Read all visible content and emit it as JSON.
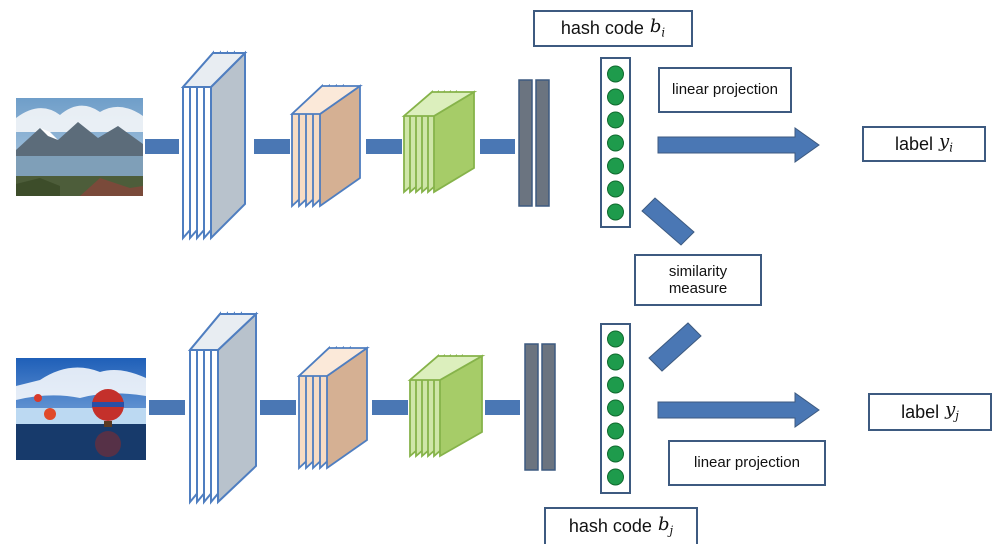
{
  "labels": {
    "hash_code_top": {
      "text": "hash code",
      "symbol": "b",
      "subscript": "i"
    },
    "hash_code_bottom": {
      "text": "hash code",
      "symbol": "b",
      "subscript": "j"
    },
    "linear_projection_top": "linear projection",
    "linear_projection_bottom": "linear projection",
    "similarity_measure": "similarity measure",
    "label_top": {
      "text": "label",
      "symbol": "y",
      "subscript": "i"
    },
    "label_bottom": {
      "text": "label",
      "symbol": "y",
      "subscript": "j"
    }
  },
  "images": {
    "top": "mountain-lake-photo",
    "bottom": "hot-air-balloons-photo"
  },
  "colors": {
    "connector": "#4a77b4",
    "conv1_face": "#b8c2cc",
    "conv1_stripe": "#4f7ec0",
    "conv2_face": "#d5b093",
    "conv2_stripe_fill": "#f7dcc4",
    "conv3_face": "#a6cc68",
    "fc_bar": "#6b7480",
    "hash_node": "#1e9b4c"
  }
}
